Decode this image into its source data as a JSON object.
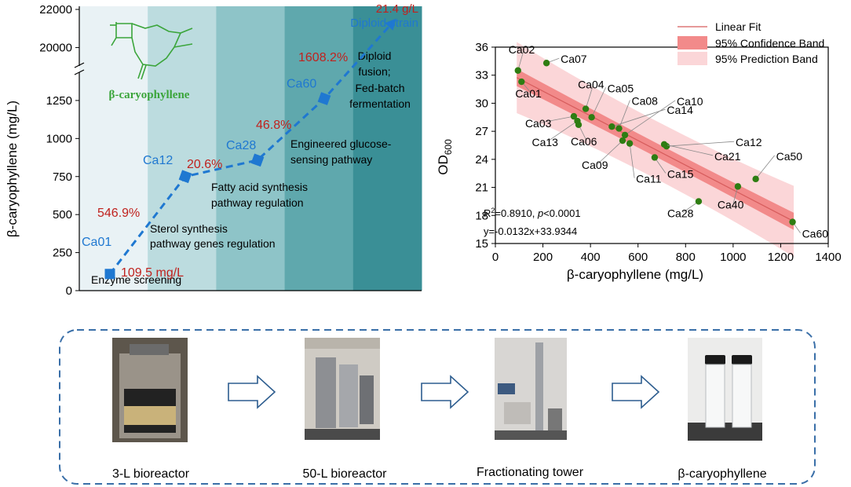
{
  "chart_data": [
    {
      "type": "line",
      "ylabel": "β-caryophyllene (mg/L)",
      "y_axis_broken": true,
      "y_ticks_lower": [
        0,
        250,
        500,
        750,
        1000,
        1250
      ],
      "y_ticks_upper": [
        20000,
        22000
      ],
      "ylim_lower": [
        0,
        1420
      ],
      "ylim_upper": [
        19200,
        22000
      ],
      "colors": {
        "line": "#1f78d1",
        "label_blue": "#1f78d1",
        "label_red": "#c0221e",
        "compound_green": "#3ba53b"
      },
      "stages": [
        {
          "label": "Enzyme screening",
          "color": "#e9f2f5"
        },
        {
          "label": "Sterol synthesis pathway genes regulation",
          "color": "#bcdcdf"
        },
        {
          "label": "Fatty acid synthesis pathway regulation",
          "color": "#8ec4c8"
        },
        {
          "label": "Engineered glucose-sensing pathway",
          "color": "#5fa8ad"
        },
        {
          "label": "Diploid fusion; Fed-batch fermentation",
          "color": "#3a8f96"
        }
      ],
      "stage_text": {
        "s0": "Enzyme screening",
        "s1_line1": "Sterol synthesis",
        "s1_line2": "pathway genes regulation",
        "s2_line1": "Fatty acid synthesis",
        "s2_line2": "pathway regulation",
        "s3_line1": "Engineered glucose-",
        "s3_line2": "sensing pathway",
        "s4_line1": "Diploid",
        "s4_line2": "fusion;",
        "s4_line3": "Fed-batch",
        "s4_line4": "fermentation"
      },
      "points": [
        {
          "strain": "Ca01",
          "y": 109.5
        },
        {
          "strain": "Ca12",
          "y": 750
        },
        {
          "strain": "Ca28",
          "y": 858
        },
        {
          "strain": "Ca60",
          "y": 1262
        },
        {
          "strain": "Diploid strain",
          "y": 21400
        }
      ],
      "value_labels": {
        "start": "109.5 mg/L",
        "end": "21.4 g/L"
      },
      "increase_labels": [
        "546.9%",
        "20.6%",
        "46.8%",
        "1608.2%"
      ],
      "compound_name": "β-caryophyllene"
    },
    {
      "type": "scatter",
      "xlabel": "β-caryophyllene (mg/L)",
      "ylabel_main": "OD",
      "ylabel_sub": "600",
      "xlim": [
        0,
        1400
      ],
      "ylim": [
        15,
        36
      ],
      "x_ticks": [
        0,
        200,
        400,
        600,
        800,
        1000,
        1200,
        1400
      ],
      "y_ticks": [
        15,
        18,
        21,
        24,
        27,
        30,
        33,
        36
      ],
      "legend_position": "top-right",
      "legend": [
        "Linear Fit",
        "95% Confidence Band",
        "95% Prediction Band"
      ],
      "fit": {
        "slope": -0.0132,
        "intercept": 33.9344,
        "x_range": [
          90,
          1255
        ]
      },
      "fit_stats": {
        "r2_prefix": "R",
        "r2_sup": "2",
        "r2_mid": "=0.8910, ",
        "p_sym": "p",
        "p_rest": "<0.0001",
        "equation": "y=-0.0132x+33.9344"
      },
      "colors": {
        "point": "#2e7d12",
        "fit_line": "#d65c5c",
        "confidence": "#f28a8a",
        "prediction": "#fbd6d8"
      },
      "points": [
        {
          "label": "Ca01",
          "x": 110,
          "y": 32.3
        },
        {
          "label": "Ca02",
          "x": 95,
          "y": 33.5
        },
        {
          "label": "Ca03",
          "x": 330,
          "y": 28.6
        },
        {
          "label": "Ca04",
          "x": 380,
          "y": 29.4
        },
        {
          "label": "Ca05",
          "x": 405,
          "y": 28.5
        },
        {
          "label": "Ca06",
          "x": 350,
          "y": 27.7
        },
        {
          "label": "Ca07",
          "x": 215,
          "y": 34.3
        },
        {
          "label": "Ca08",
          "x": 520,
          "y": 27.3
        },
        {
          "label": "Ca09",
          "x": 535,
          "y": 26.0
        },
        {
          "label": "Ca10",
          "x": 545,
          "y": 26.6
        },
        {
          "label": "Ca11",
          "x": 565,
          "y": 25.7
        },
        {
          "label": "Ca12",
          "x": 720,
          "y": 25.4
        },
        {
          "label": "Ca13",
          "x": 345,
          "y": 28.1
        },
        {
          "label": "Ca14",
          "x": 490,
          "y": 27.5
        },
        {
          "label": "Ca15",
          "x": 670,
          "y": 24.2
        },
        {
          "label": "Ca21",
          "x": 710,
          "y": 25.6
        },
        {
          "label": "Ca28",
          "x": 855,
          "y": 19.5
        },
        {
          "label": "Ca40",
          "x": 1020,
          "y": 21.1
        },
        {
          "label": "Ca50",
          "x": 1095,
          "y": 21.9
        },
        {
          "label": "Ca60",
          "x": 1250,
          "y": 17.3
        }
      ]
    }
  ],
  "process": {
    "steps": [
      {
        "label": "3-L bioreactor",
        "image": "3-L bioreactor photo"
      },
      {
        "label": "50-L bioreactor",
        "image": "50-L bioreactor photo"
      },
      {
        "label": "Fractionating tower",
        "image": "fractionating tower photo"
      },
      {
        "label": "β-caryophyllene",
        "image": "two vials of product"
      }
    ],
    "border_color": "#3a6fa8",
    "arrow_icon": "right-arrow-icon"
  }
}
